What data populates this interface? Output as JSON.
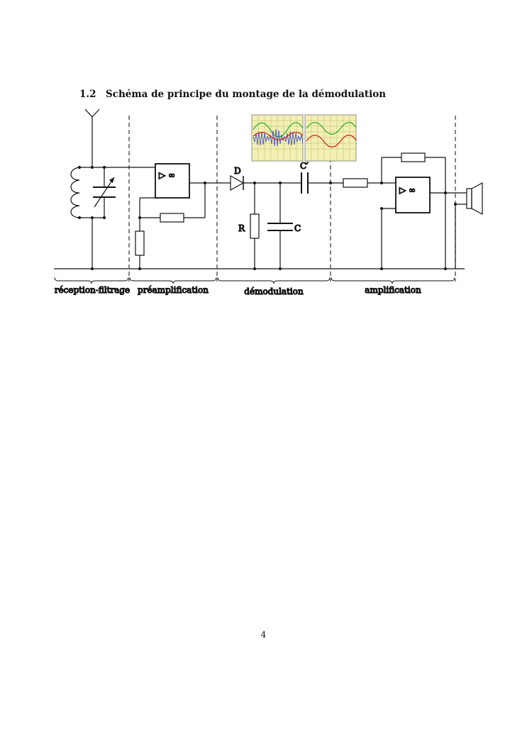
{
  "section": {
    "number": "1.2",
    "title": "Schéma de principe du montage de la démodulation"
  },
  "components": {
    "diode": "D",
    "resistor": "R",
    "capacitor": "C",
    "coupling_capacitor": "C′",
    "opamp_symbol": "▷ ∞"
  },
  "stages": [
    "réception-filtrage",
    "préamplification",
    "démodulation",
    "amplification"
  ],
  "colors": {
    "scope_bg": "#f3f0b4",
    "scope_grid": "#b9b66a",
    "trace_green": "#2bb02b",
    "trace_red": "#d42020",
    "trace_blue": "#3344cc"
  },
  "page_number": "4"
}
